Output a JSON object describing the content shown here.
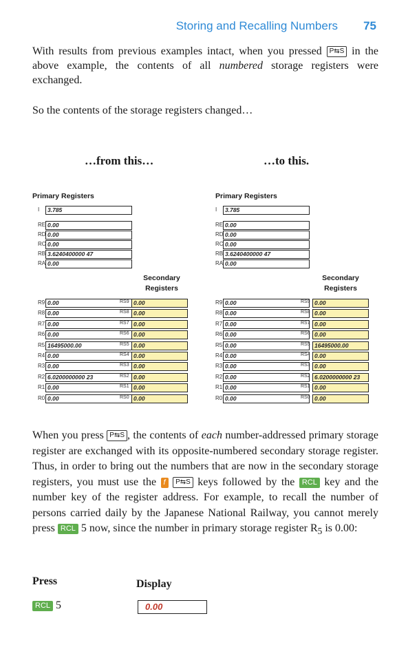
{
  "header": {
    "title": "Storing and Recalling Numbers",
    "page_number": "75"
  },
  "paragraph1": {
    "before_key": "With results from previous examples intact, when you pressed ",
    "key": "P⇆S",
    "after_key_1": " in the above example, the contents of all ",
    "emph": "numbered",
    "after_key_2": " storage registers were exchanged."
  },
  "paragraph2": {
    "text": "So the contents of the storage registers changed…"
  },
  "subheads": {
    "from": "…from this…",
    "to": "…to this."
  },
  "before": {
    "primary_label": "Primary Registers",
    "secondary_label_1": "Secondary",
    "secondary_label_2": "Registers",
    "stack": [
      {
        "name": "I",
        "value": "3.785"
      },
      {
        "name": "RE",
        "value": "0.00"
      },
      {
        "name": "RD",
        "value": "0.00"
      },
      {
        "name": "RC",
        "value": "0.00"
      },
      {
        "name": "RB",
        "value": "3.6240400000  47"
      },
      {
        "name": "RA",
        "value": "0.00"
      }
    ],
    "primary": [
      {
        "name": "R9",
        "value": "0.00"
      },
      {
        "name": "R8",
        "value": "0.00"
      },
      {
        "name": "R7",
        "value": "0.00"
      },
      {
        "name": "R6",
        "value": "0.00"
      },
      {
        "name": "R5",
        "value": "16495000.00"
      },
      {
        "name": "R4",
        "value": "0.00"
      },
      {
        "name": "R3",
        "value": "0.00"
      },
      {
        "name": "R2",
        "value": "6.0200000000  23"
      },
      {
        "name": "R1",
        "value": "0.00"
      },
      {
        "name": "R0",
        "value": "0.00"
      }
    ],
    "secondary": [
      {
        "name": "RS9",
        "value": "0.00"
      },
      {
        "name": "RS8",
        "value": "0.00"
      },
      {
        "name": "RS7",
        "value": "0.00"
      },
      {
        "name": "RS6",
        "value": "0.00"
      },
      {
        "name": "RS5",
        "value": "0.00"
      },
      {
        "name": "RS4",
        "value": "0.00"
      },
      {
        "name": "RS3",
        "value": "0.00"
      },
      {
        "name": "RS2",
        "value": "0.00"
      },
      {
        "name": "RS1",
        "value": "0.00"
      },
      {
        "name": "RS0",
        "value": "0.00"
      }
    ]
  },
  "after": {
    "primary_label": "Primary Registers",
    "secondary_label_1": "Secondary",
    "secondary_label_2": "Registers",
    "stack": [
      {
        "name": "I",
        "value": "3.785"
      },
      {
        "name": "RE",
        "value": "0.00"
      },
      {
        "name": "RD",
        "value": "0.00"
      },
      {
        "name": "RC",
        "value": "0.00"
      },
      {
        "name": "RB",
        "value": "3.6240400000  47"
      },
      {
        "name": "RA",
        "value": "0.00"
      }
    ],
    "primary": [
      {
        "name": "R9",
        "value": "0.00"
      },
      {
        "name": "R8",
        "value": "0.00"
      },
      {
        "name": "R7",
        "value": "0.00"
      },
      {
        "name": "R6",
        "value": "0.00"
      },
      {
        "name": "R5",
        "value": "0.00"
      },
      {
        "name": "R4",
        "value": "0.00"
      },
      {
        "name": "R3",
        "value": "0.00"
      },
      {
        "name": "R2",
        "value": "0.00"
      },
      {
        "name": "R1",
        "value": "0.00"
      },
      {
        "name": "R0",
        "value": "0.00"
      }
    ],
    "secondary": [
      {
        "name": "RS9",
        "value": "0.00"
      },
      {
        "name": "RS8",
        "value": "0.00"
      },
      {
        "name": "RS7",
        "value": "0.00"
      },
      {
        "name": "RS6",
        "value": "0.00"
      },
      {
        "name": "RS5",
        "value": "16495000.00"
      },
      {
        "name": "RS4",
        "value": "0.00"
      },
      {
        "name": "RS3",
        "value": "0.00"
      },
      {
        "name": "RS2",
        "value": "6.0200000000  23"
      },
      {
        "name": "RS1",
        "value": "0.00"
      },
      {
        "name": "RS0",
        "value": "0.00"
      }
    ]
  },
  "paragraph3": {
    "t1": "When you press ",
    "k1": "P⇆S",
    "t2": ", the contents of ",
    "emph": "each",
    "t3": " number-addressed primary storage register are exchanged with its opposite-numbered secondary storage register. Thus, in order to bring out the numbers that are now in the secondary storage registers, you must use the ",
    "k_f": "f",
    "t4": " ",
    "k2": "P⇆S",
    "t5": " keys followed by the ",
    "k_rcl1": "RCL",
    "t6": " key and the number key of the register address. For example, to recall the number of persons carried daily by the Japanese National Railway, you cannot merely press ",
    "k_rcl2": "RCL",
    "t7": " 5 now, since the number in primary storage register R",
    "sub": "5",
    "t8": " is 0.00:"
  },
  "example": {
    "press_label": "Press",
    "display_label": "Display",
    "key": "RCL",
    "digit": "5",
    "display_value": "0.00"
  },
  "colors": {
    "header_blue": "#2f8ad6",
    "secondary_fill": "#fbf2b3",
    "rcl_green": "#5fae4e",
    "f_orange": "#e98a1e",
    "display_red": "#c0392b"
  }
}
